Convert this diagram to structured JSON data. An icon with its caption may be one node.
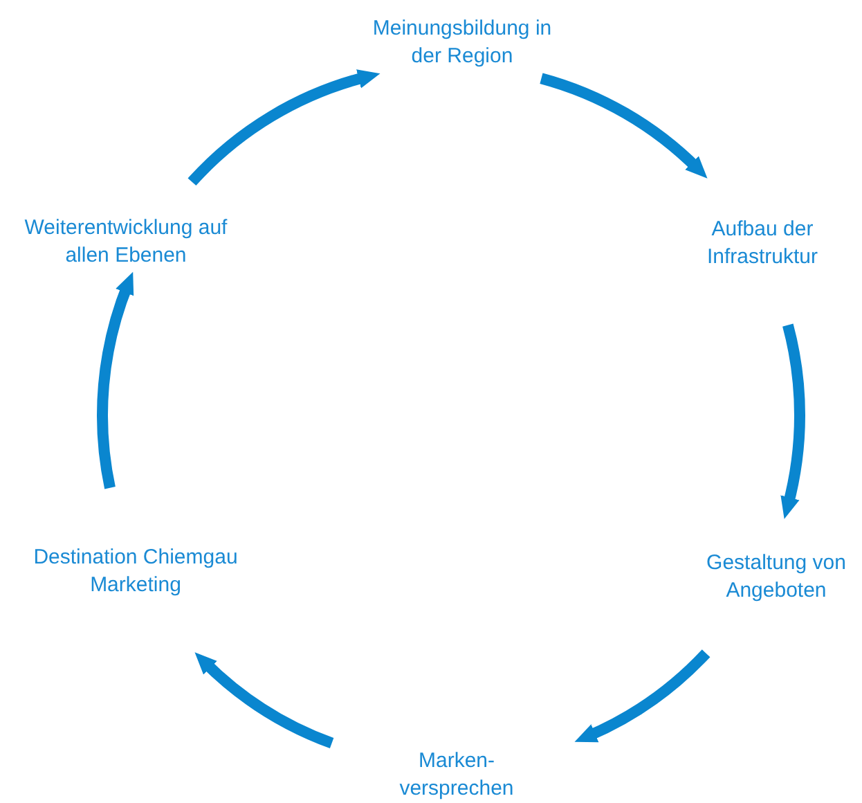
{
  "diagram": {
    "nodes": [
      {
        "text": [
          "Meinungsbildung in der Region"
        ]
      },
      {
        "text": [
          "Aufbau der Infrastruktur"
        ]
      },
      {
        "text": [
          "Gestaltung von Angeboten"
        ]
      },
      {
        "text": [
          "Marken- versprechen"
        ]
      },
      {
        "text": [
          "Destination Chiemgau Marketing"
        ]
      },
      {
        "text": [
          "Weiterentwicklung auf allen Ebenen"
        ]
      }
    ],
    "edges": [
      {
        "from": 5,
        "to": 0,
        "arrow": "to"
      },
      {
        "from": 0,
        "to": 1,
        "arrow": "to"
      },
      {
        "from": 1,
        "to": 2,
        "arrow": "to"
      },
      {
        "from": 2,
        "to": 3,
        "arrow": "to"
      },
      {
        "from": 3,
        "to": 4,
        "arrow": "to"
      },
      {
        "from": 4,
        "to": 5,
        "arrow": "to"
      }
    ]
  }
}
